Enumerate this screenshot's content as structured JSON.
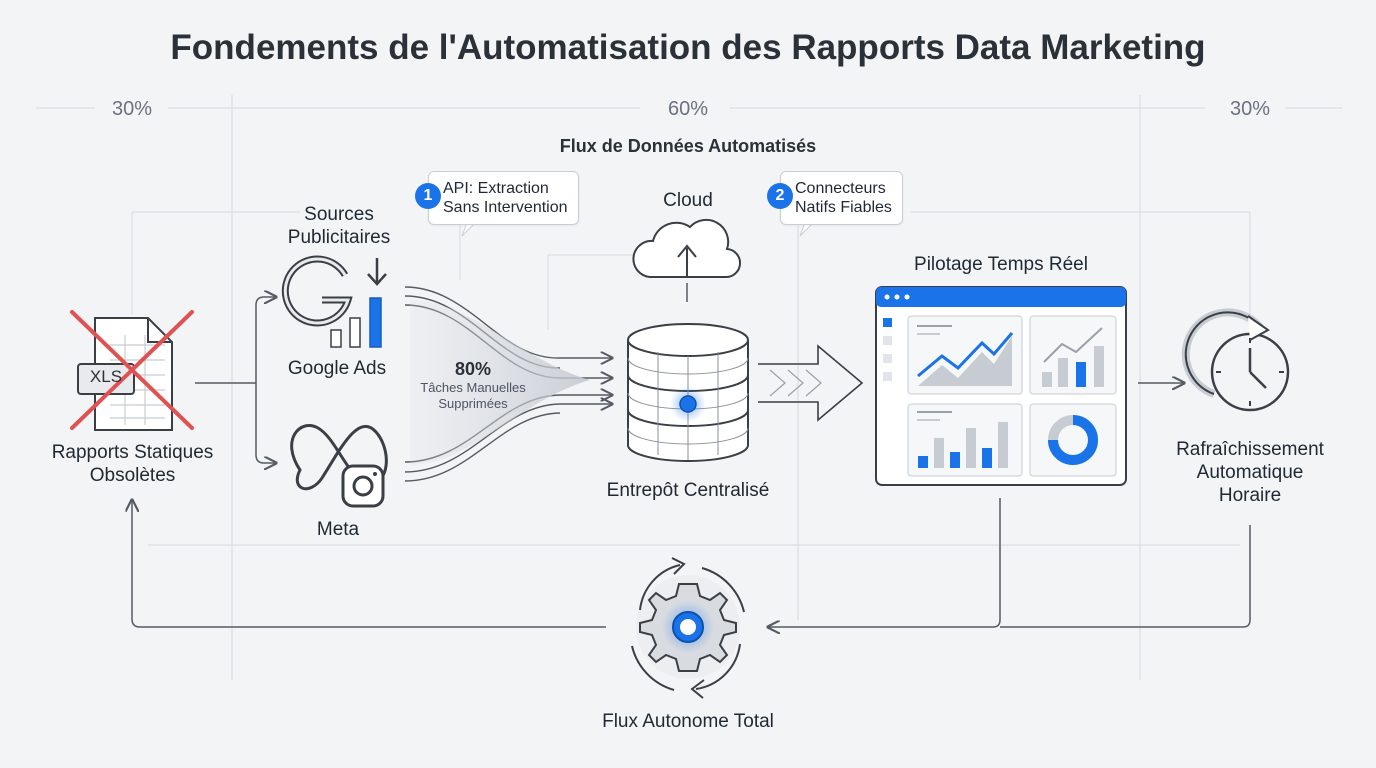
{
  "title": "Fondements de l'Automatisation des Rapports Data Marketing",
  "percentages": {
    "left": "30%",
    "center": "60%",
    "right": "30%"
  },
  "section_title": "Flux de Données Automatisés",
  "bubbles": [
    {
      "number": "1",
      "line1": "API: Extraction",
      "line2": "Sans Intervention"
    },
    {
      "number": "2",
      "line1": "Connecteurs",
      "line2": "Natifs Fiables"
    }
  ],
  "nodes": {
    "static_reports": {
      "line1": "Rapports Statiques",
      "line2": "Obsolètes",
      "file_label": "XLS"
    },
    "ad_sources": {
      "line1": "Sources",
      "line2": "Publicitaires"
    },
    "google_ads": "Google Ads",
    "meta": "Meta",
    "cloud": "Cloud",
    "warehouse": "Entrepôt Centralisé",
    "dashboard": "Pilotage Temps Réel",
    "refresh": {
      "line1": "Rafraîchissement",
      "line2": "Automatique",
      "line3": "Horaire"
    },
    "autonomous": "Flux Autonome Total"
  },
  "stat": {
    "value": "80%",
    "line1": "Tâches Manuelles",
    "line2": "Supprimées"
  },
  "colors": {
    "accent": "#1a73e8",
    "cross": "#e05252",
    "line": "#555b63"
  },
  "icons": [
    "excel-file-icon",
    "google-ads-icon",
    "meta-icon",
    "instagram-icon",
    "cloud-upload-icon",
    "database-icon",
    "dashboard-icon",
    "stopwatch-refresh-icon",
    "gear-cycle-icon"
  ]
}
